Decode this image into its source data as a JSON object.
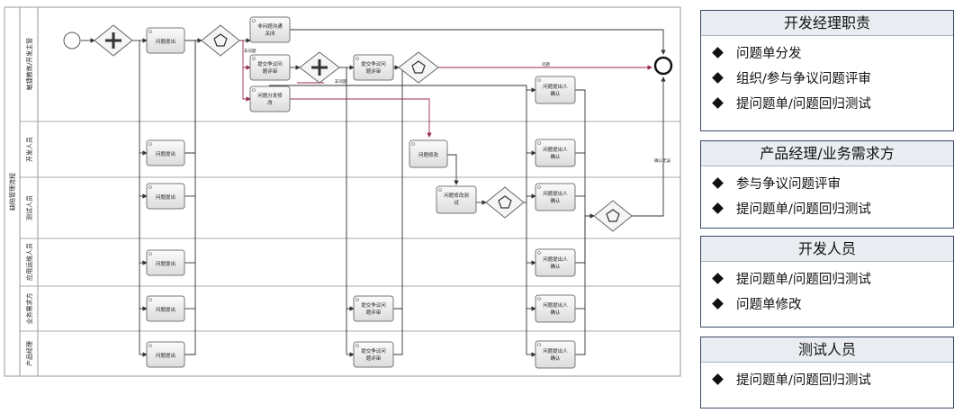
{
  "diagram": {
    "pool_label": "缺陷管理流程",
    "lanes": [
      "敏捷教练/开发主管",
      "开发人员",
      "测试人员",
      "应用运维人员",
      "业务需求方",
      "产品经理"
    ],
    "tasks": {
      "raise_problem": "问题提出",
      "not_problem_close": "非问题沟通关闭",
      "submit_dispute_review": "提交争议问题评审",
      "assign_fix": "问题分发修改",
      "fix_problem": "问题修改",
      "fix_test": "问题修改测试",
      "raiser_confirm": "问题提出人确认"
    },
    "flow_labels": {
      "not_problem": "非问题",
      "problem": "问题",
      "not_problem_2": "非问题",
      "confirm_ok": "确认无误"
    }
  },
  "panels": [
    {
      "title": "开发经理职责",
      "items": [
        "问题单分发",
        "组织/参与争议问题评审",
        "提问题单/问题回归测试"
      ]
    },
    {
      "title": "产品经理/业务需求方",
      "items": [
        "参与争议问题评审",
        "提问题单/问题回归测试"
      ]
    },
    {
      "title": "开发人员",
      "items": [
        "提问题单/问题回归测试",
        "问题单修改"
      ]
    },
    {
      "title": "测试人员",
      "items": [
        "提问题单/问题回归测试"
      ]
    }
  ]
}
